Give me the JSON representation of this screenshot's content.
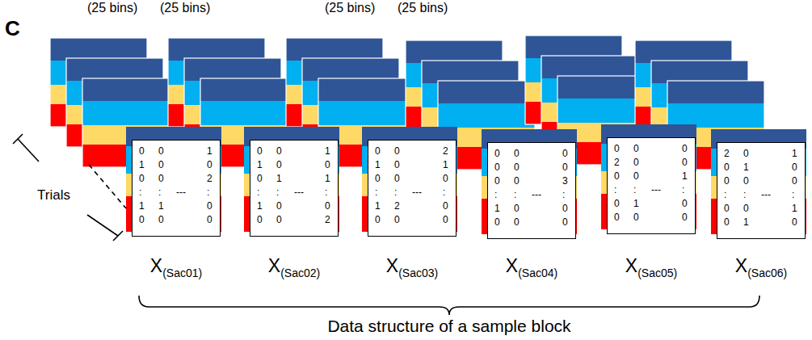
{
  "diagram": {
    "caption": "Data structure of a sample block",
    "nodes": [
      {
        "text": [
          "0",
          "0",
          "1",
          "1",
          "0",
          "0",
          "0",
          "0",
          "2",
          ":",
          ":",
          "---",
          ":",
          "1",
          "1",
          "0",
          "0",
          "0",
          "0"
        ]
      },
      {
        "text": [
          "0",
          "0",
          "1",
          "1",
          "0",
          "0",
          "0",
          "1",
          "1",
          ":",
          ":",
          "---",
          ":",
          "1",
          "0",
          "0",
          "0",
          "0",
          "2"
        ]
      },
      {
        "text": [
          "0",
          "0",
          "2",
          "1",
          "0",
          "1",
          "0",
          "0",
          "0",
          ":",
          ":",
          "---",
          ":",
          "1",
          "2",
          "0",
          "0",
          "0",
          "0"
        ]
      },
      {
        "text": [
          "0",
          "0",
          "0",
          "0",
          "0",
          "0",
          "0",
          "0",
          "3",
          ":",
          ":",
          "---",
          ":",
          "1",
          "0",
          "0",
          "0",
          "0",
          "0"
        ]
      },
      {
        "text": [
          "0",
          "0",
          "0",
          "2",
          "0",
          "0",
          "0",
          "0",
          "1",
          ":",
          ":",
          "---",
          ":",
          "0",
          "1",
          "0",
          "0",
          "0",
          "0"
        ]
      },
      {
        "text": [
          "2",
          "0",
          "1",
          "0",
          "1",
          "0",
          "0",
          "0",
          "0",
          ":",
          ":",
          "---",
          ":",
          "0",
          "0",
          "1",
          "0",
          "1",
          "0"
        ]
      }
    ],
    "labels": [
      "C",
      "(25 bins)",
      "(25 bins)",
      "(25 bins)",
      "(25 bins)",
      "Trials",
      "X",
      "(Sac01)",
      "X",
      "(Sac02)",
      "X",
      "(Sac03)",
      "X",
      "(Sac04)",
      "X",
      "(Sac05)",
      "X",
      "(Sac06)"
    ]
  }
}
